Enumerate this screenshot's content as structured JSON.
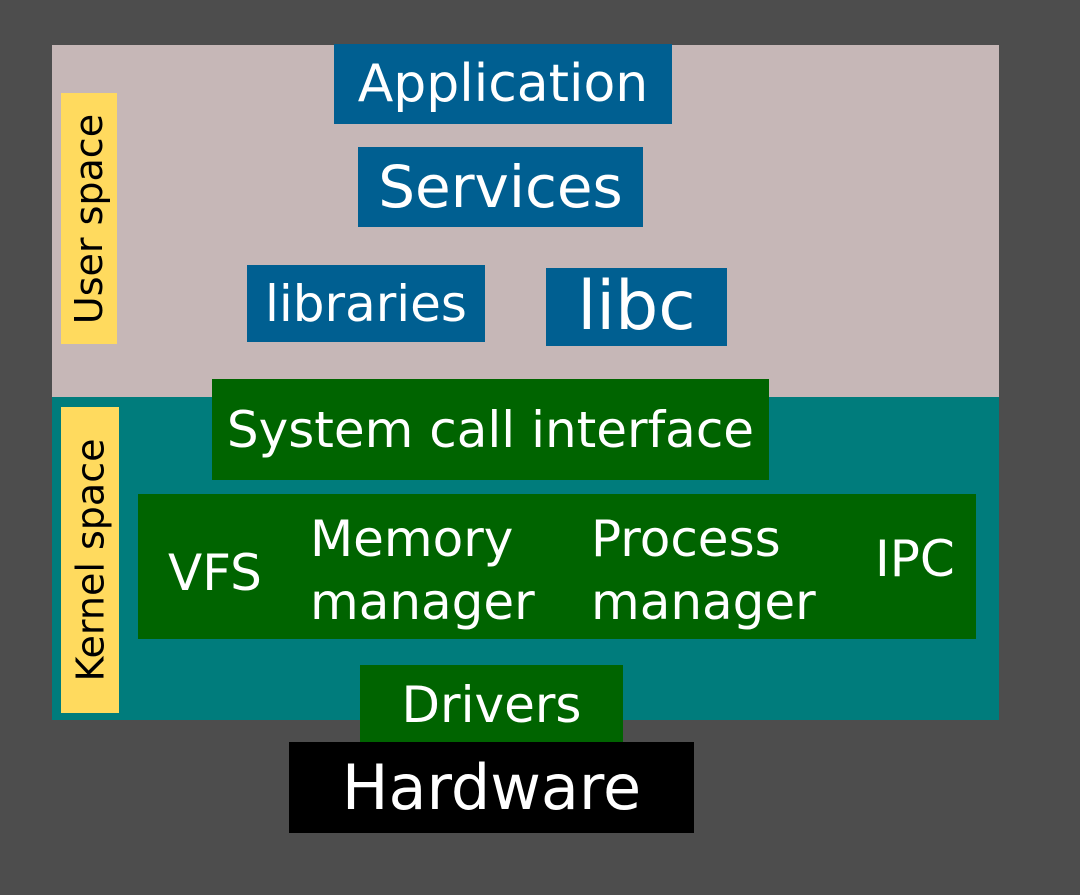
{
  "user_space": {
    "label": "User space",
    "application": "Application",
    "services": "Services",
    "libraries": "libraries",
    "libc": "libc"
  },
  "kernel_space": {
    "label": "Kernel space",
    "system_call_interface": "System call interface",
    "vfs": "VFS",
    "memory_manager": [
      "Memory",
      "manager"
    ],
    "process_manager": [
      "Process",
      "manager"
    ],
    "ipc": "IPC",
    "drivers": "Drivers"
  },
  "hardware": "Hardware",
  "colors": {
    "background": "#4d4d4d",
    "user_space": "#c6b7b7",
    "kernel_space": "#007c7c",
    "side_label": "#ffda5e",
    "user_box": "#005f91",
    "kernel_box": "#006400",
    "hardware_box": "#000000"
  }
}
